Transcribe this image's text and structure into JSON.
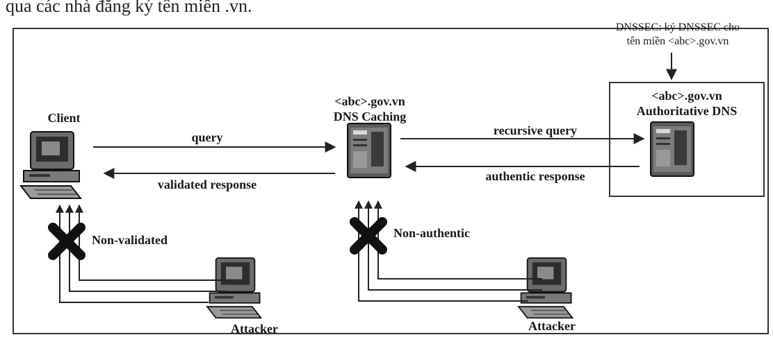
{
  "caption": "qua các nhà đăng ký tên miền .vn.",
  "dnssec_note": {
    "line1": "DNSSEC: ký DNSSEC cho",
    "line2": "tên miền <abc>.gov.vn"
  },
  "nodes": {
    "client": "Client",
    "caching_domain": "<abc>.gov.vn",
    "caching_name": "DNS Caching",
    "auth_domain": "<abc>.gov.vn",
    "auth_name": "Authoritative DNS",
    "attacker_left": "Attacker",
    "attacker_right": "Attacker"
  },
  "flows": {
    "query": "query",
    "validated_response": "validated response",
    "recursive_query": "recursive query",
    "authentic_response": "authentic response"
  },
  "blocked": {
    "left": "Non-validated",
    "right": "Non-authentic"
  }
}
